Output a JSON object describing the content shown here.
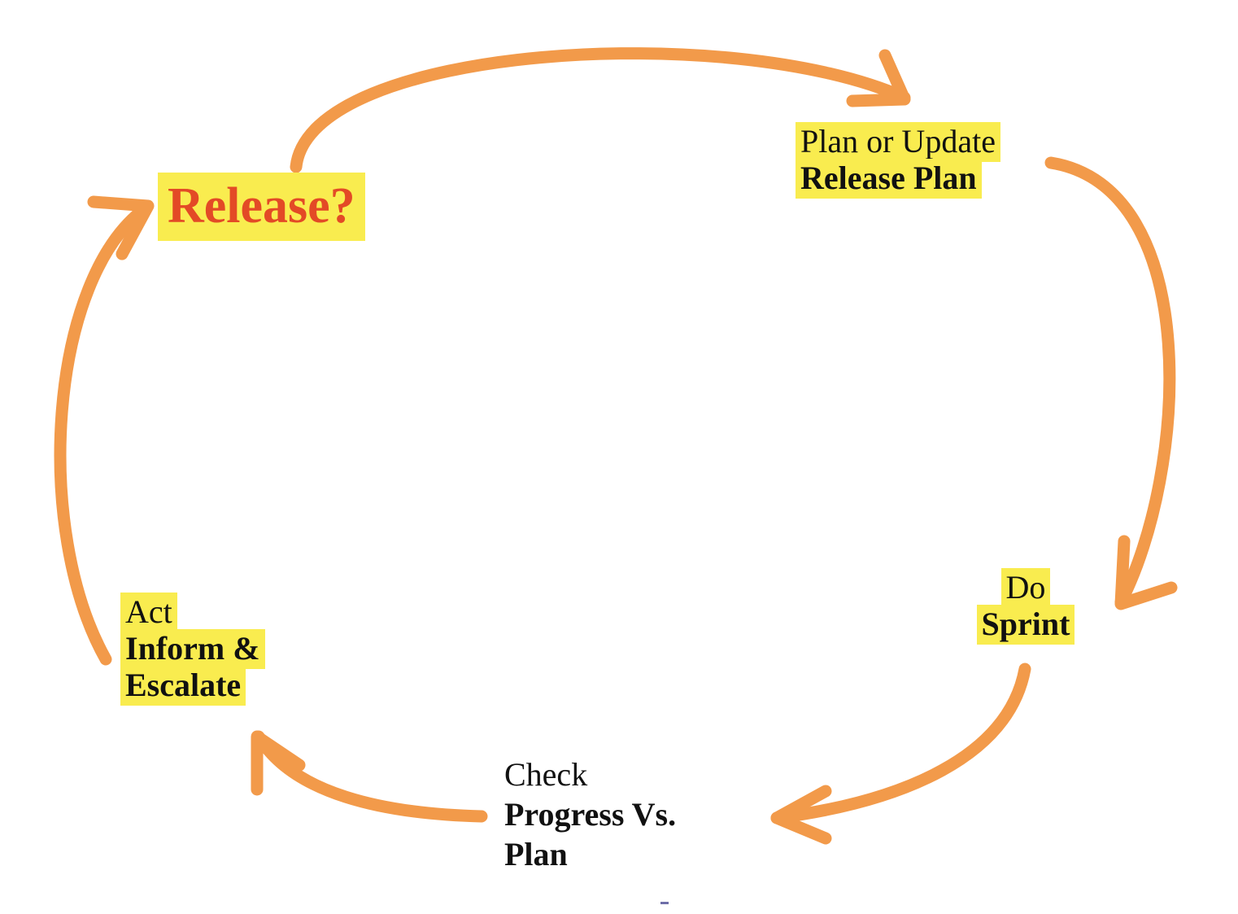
{
  "colors": {
    "arrow": "#f29a4a",
    "highlight": "#f9ec4f",
    "release_text": "#e34a26",
    "text": "#111111"
  },
  "nodes": {
    "release": {
      "label": "Release?"
    },
    "plan": {
      "line1": "Plan or Update",
      "line2": "Release Plan"
    },
    "do": {
      "line1": "Do",
      "line2": "Sprint"
    },
    "check": {
      "line1": "Check",
      "line2": "Progress Vs.",
      "line3": "Plan"
    },
    "act": {
      "line1": "Act",
      "line2": "Inform &",
      "line3": "Escalate"
    }
  },
  "edges": [
    {
      "from": "release",
      "to": "plan"
    },
    {
      "from": "plan",
      "to": "do"
    },
    {
      "from": "do",
      "to": "check"
    },
    {
      "from": "check",
      "to": "act"
    },
    {
      "from": "act",
      "to": "release"
    }
  ]
}
